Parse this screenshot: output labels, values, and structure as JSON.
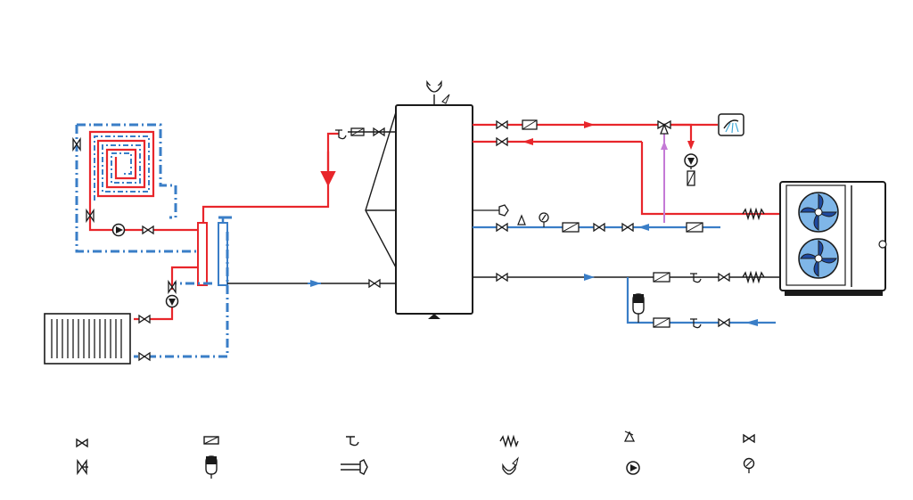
{
  "diagram": {
    "kind": "heat-pump-hydraulic-schematic",
    "colors": {
      "hot_supply": "#e8262b",
      "cold_return": "#3a7ec7",
      "neutral": "#1a1a1a",
      "recirculation": "#c47ad6",
      "fan_blue": "#1f4aa0",
      "fan_light": "#7fb6e8"
    },
    "components": [
      "underfloor-heating-loop",
      "radiator",
      "hydraulic-separator",
      "buffer-storage-tank",
      "domestic-hot-water-shower",
      "heat-pump-outdoor-unit",
      "circulation-pumps",
      "expansion-vessel",
      "flexible-hoses"
    ],
    "legend_icons": [
      "ball-valve-icon",
      "filter-icon",
      "check-valve-icon",
      "flexible-hose-icon",
      "safety-valve-icon",
      "gate-valve-icon",
      "three-way-valve-icon",
      "expansion-vessel-icon",
      "immersion-heater-icon",
      "air-vent-icon",
      "circulation-pump-icon",
      "pressure-gauge-icon"
    ]
  }
}
